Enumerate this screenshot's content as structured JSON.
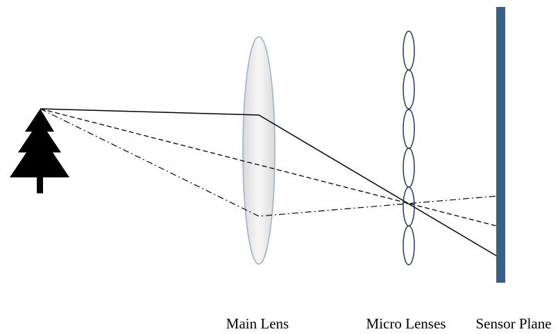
{
  "labels": {
    "main_lens": "Main Lens",
    "micro_lenses": "Micro Lenses",
    "sensor_plane": "Sensor Plane"
  },
  "colors": {
    "background": "#ffffff",
    "sensor": "#3a5f8a",
    "micro_lens_stroke": "#1f3864",
    "main_lens_fill": "#e6e6e6",
    "main_lens_stroke": "#9aaec8",
    "tree": "#000000",
    "rays": "#000000"
  },
  "icons": {
    "object": "tree-icon"
  },
  "rays": [
    {
      "style": "solid"
    },
    {
      "style": "dashed"
    },
    {
      "style": "dash-dot"
    }
  ],
  "micro_lens_count": 6
}
